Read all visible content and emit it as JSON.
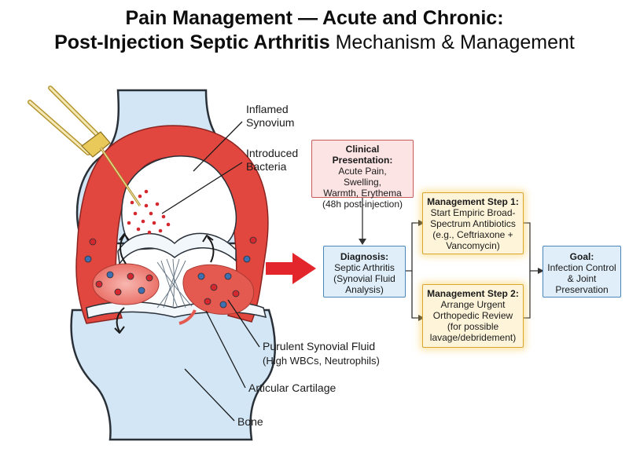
{
  "title": {
    "line1": "Pain Management — Acute and Chronic:",
    "line2_bold": "Post-Injection Septic Arthritis",
    "line2_rest": " Mechanism & Management"
  },
  "labels": {
    "inflamed_synovium": "Inflamed\nSynovium",
    "introduced_bacteria": "Introduced\nBacteria",
    "purulent_fluid_title": "Purulent Synovial Fluid",
    "purulent_fluid_detail": "(High WBCs, Neutrophils)",
    "articular_cartilage": "Articular Cartilage",
    "bone": "Bone"
  },
  "flow": {
    "clinical": {
      "heading": "Clinical Presentation:",
      "text": "Acute Pain,\nSwelling,\nWarmth, Erythema\n(48h post-injection)"
    },
    "diagnosis": {
      "heading": "Diagnosis:",
      "text": "Septic Arthritis\n(Synovial Fluid\nAnalysis)"
    },
    "step1": {
      "heading": "Management Step 1:",
      "text": "Start Empiric Broad-\nSpectrum Antibiotics\n(e.g., Ceftriaxone +\nVancomycin)"
    },
    "step2": {
      "heading": "Management Step 2:",
      "text": "Arrange Urgent\nOrthopedic Review\n(for possible\nlavage/debridement)"
    },
    "goal": {
      "heading": "Goal:",
      "text": "Infection Control\n& Joint\nPreservation"
    }
  },
  "colors": {
    "synovium_red": "#e2473f",
    "bone_blue": "#d2e6f5",
    "outline": "#2a3038",
    "arrow_red": "#e3262b",
    "cartilage": "#f2f7fc",
    "connector": "#333333"
  },
  "icons": [
    "syringe-icon",
    "curved-arrow-icon",
    "big-red-arrow-icon"
  ]
}
